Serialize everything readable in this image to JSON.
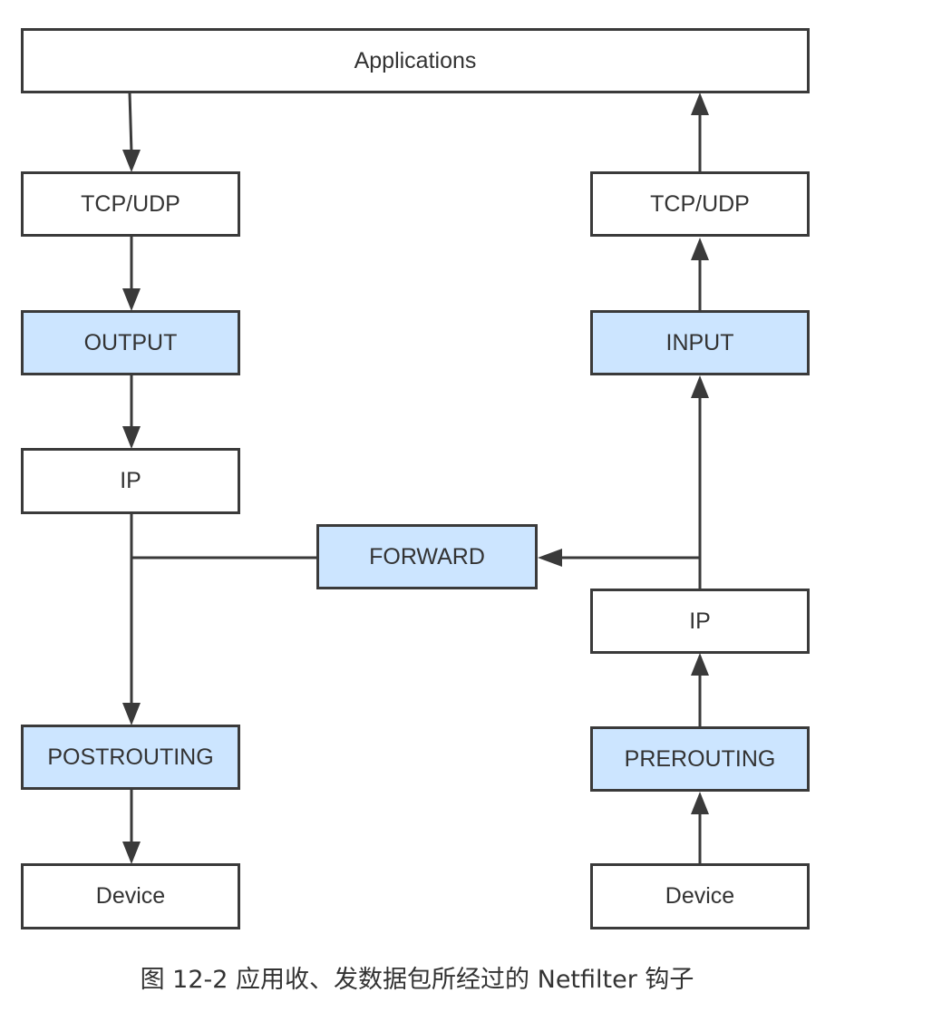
{
  "nodes": {
    "applications": "Applications",
    "tcp_udp_out": "TCP/UDP",
    "output": "OUTPUT",
    "ip_out": "IP",
    "forward": "FORWARD",
    "postrouting": "POSTROUTING",
    "device_out": "Device",
    "tcp_udp_in": "TCP/UDP",
    "input": "INPUT",
    "ip_in": "IP",
    "prerouting": "PREROUTING",
    "device_in": "Device"
  },
  "caption": "图 12-2 应用收、发数据包所经过的 Netfilter 钩子",
  "colors": {
    "hook_fill": "#cce5ff",
    "box_fill": "#ffffff",
    "stroke": "#3a3a3a"
  }
}
